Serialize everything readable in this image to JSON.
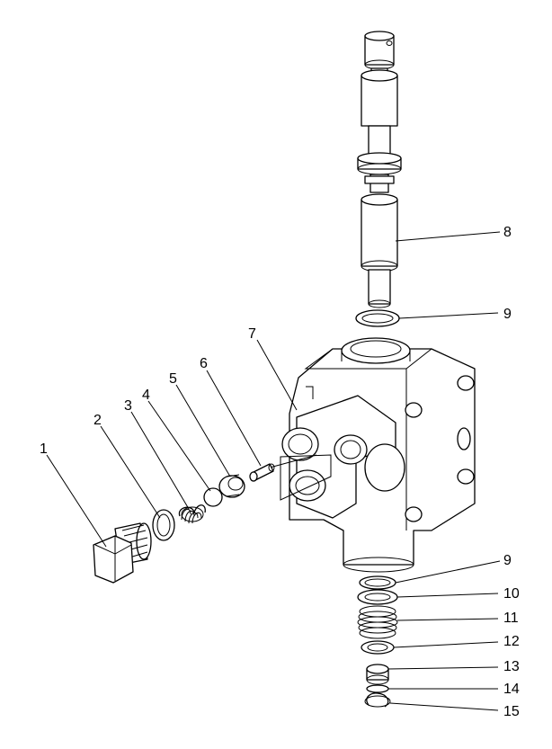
{
  "callouts": {
    "c1": "1",
    "c2": "2",
    "c3": "3",
    "c4": "4",
    "c5": "5",
    "c6": "6",
    "c7": "7",
    "c8": "8",
    "c9a": "9",
    "c9b": "9",
    "c10": "10",
    "c11": "11",
    "c12": "12",
    "c13": "13",
    "c14": "14",
    "c15": "15"
  },
  "colors": {
    "line": "#000000",
    "paper": "#ffffff"
  }
}
